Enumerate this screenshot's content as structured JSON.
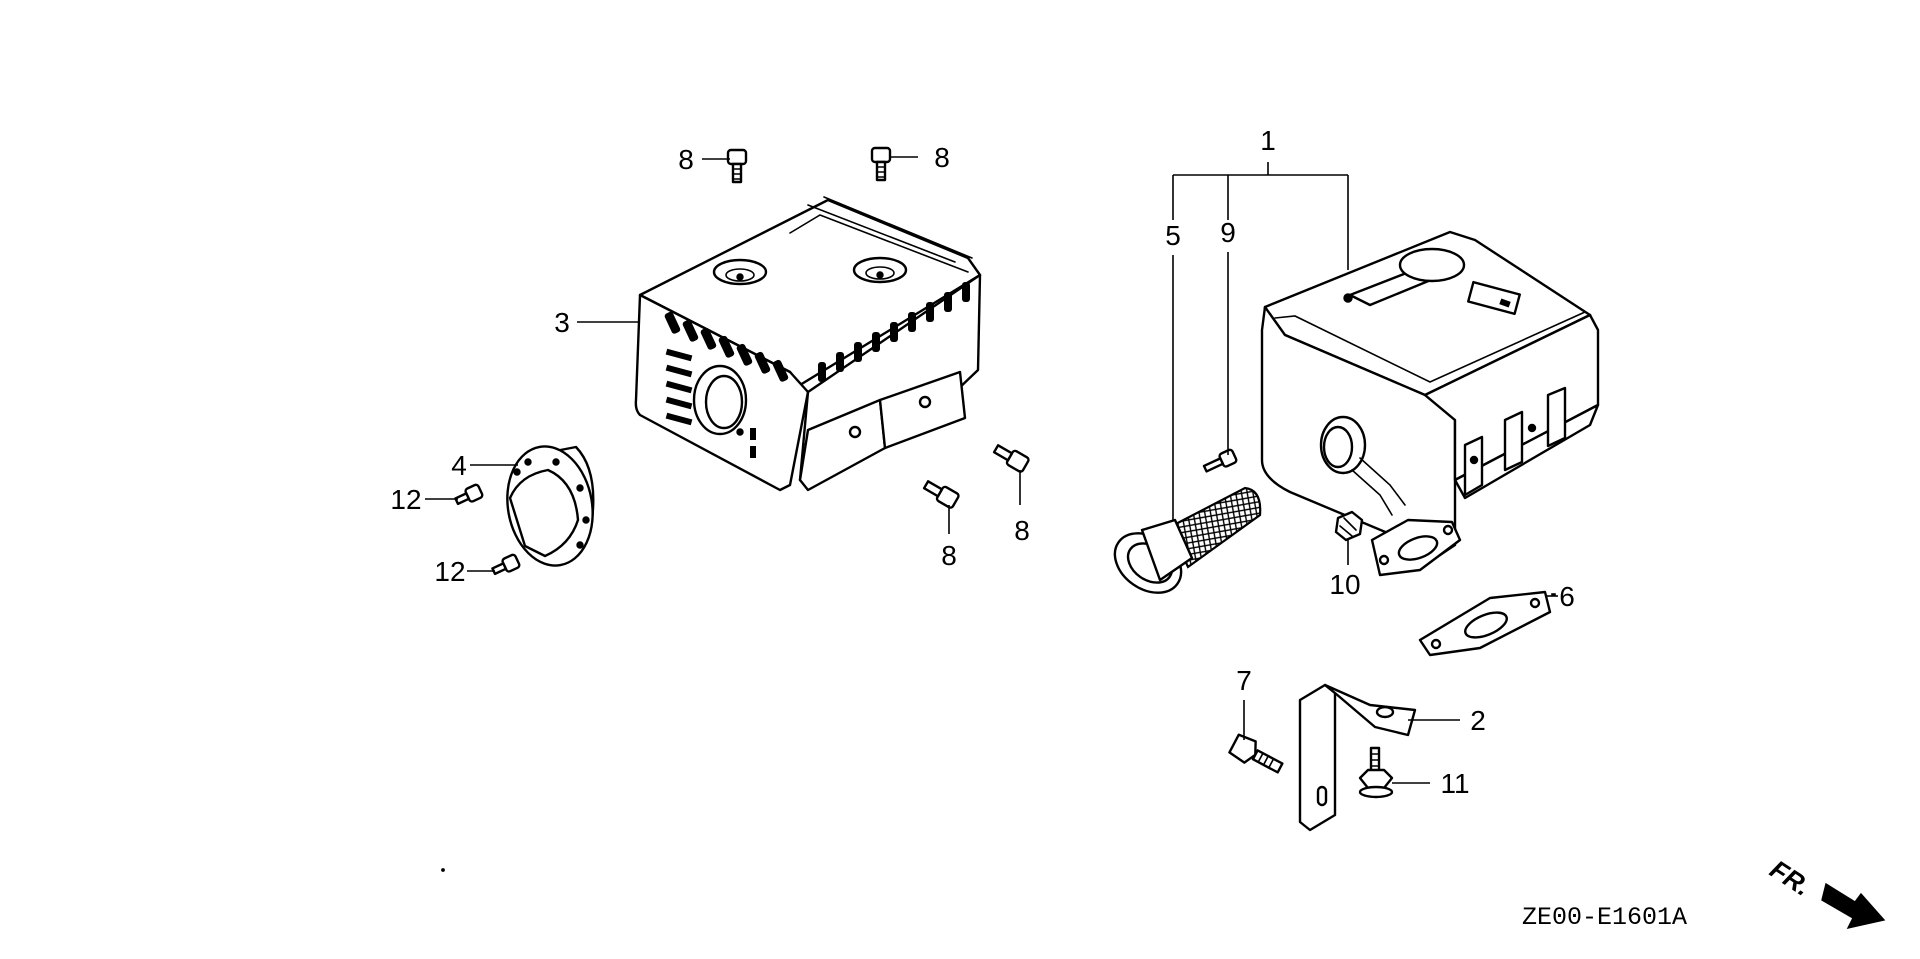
{
  "parts": [
    {
      "ref": "1"
    },
    {
      "ref": "2"
    },
    {
      "ref": "3"
    },
    {
      "ref": "4"
    },
    {
      "ref": "5"
    },
    {
      "ref": "6"
    },
    {
      "ref": "7"
    },
    {
      "ref": "8"
    },
    {
      "ref": "9"
    },
    {
      "ref": "10"
    },
    {
      "ref": "11"
    },
    {
      "ref": "12"
    }
  ],
  "diagram_code": "ZE00-E1601A",
  "direction_label": "FR."
}
